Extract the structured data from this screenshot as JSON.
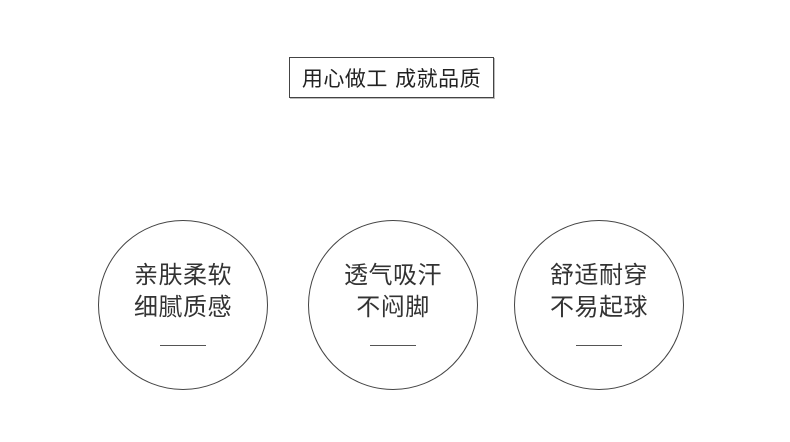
{
  "title": "用心做工 成就品质",
  "features": [
    {
      "line1": "亲肤柔软",
      "line2": "细腻质感"
    },
    {
      "line1": "透气吸汗",
      "line2": "不闷脚"
    },
    {
      "line1": "舒适耐穿",
      "line2": "不易起球"
    }
  ]
}
